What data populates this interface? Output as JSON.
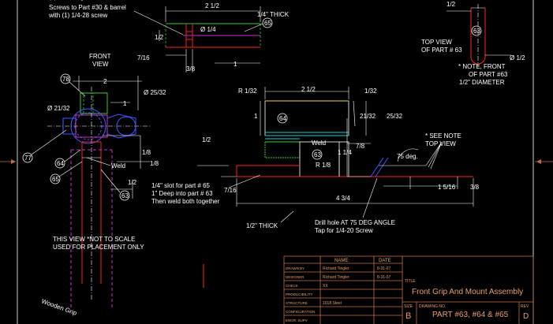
{
  "notes": {
    "screws_line1": "Screws to Part #30 & barrel",
    "screws_line2": "with (1) 1/4-28 screw",
    "quarter_thick": "1/4\" THICK",
    "front_view_l1": "FRONT",
    "front_view_l2": "VIEW",
    "top_view_l1": "TOP VIEW",
    "top_view_l2": "OF PART # 63",
    "note_l1": "*  NOTE, FRONT",
    "note_l2": "OF PART #63",
    "note_l3": "1/2\" DIAMETER",
    "see_note_l1": "* SEE NOTE",
    "see_note_l2": "TOP VIEW",
    "weld_1": "Weld",
    "weld_2": "Weld",
    "angle": "75 deg.",
    "slot_l1": "1/4\" slot for part # 65",
    "slot_l2": "1\" Deep into part # 63",
    "slot_l3": "Then weld both together",
    "half_thick": "1/2\" THICK",
    "drill_l1": "Drill hole AT 75 DEG ANGLE",
    "drill_l2": "Tap for 1/4-20 Screw",
    "not_scale_l1": "THIS VIEW *NOT TO SCALE",
    "not_scale_l2": "USED FOR PLACEMENT ONLY",
    "wooden_grip": "Wooden Grip"
  },
  "balloons": {
    "b65_top": "65",
    "b63_top": "63",
    "b78": "78",
    "b77": "77",
    "b64_left": "64",
    "b65_left": "65",
    "b63_left": "63",
    "b64_center": "64",
    "b63_center": "63"
  },
  "dimensions": {
    "top_2_1_2": "2 1/2",
    "top_1_half_a": "1/2",
    "top_1_quarter_dia": "Ø 1/4",
    "top_7_16": "7/16",
    "top_3_8": "3/8",
    "top_1": "1",
    "tv_1_2": "1/2",
    "tv_dia_1_2": "Ø 1/2",
    "fv_2": "2",
    "fv_1": "1",
    "fv_dia_21_32": "Ø 21/32",
    "fv_dia_25_32": "Ø 25/32",
    "fv_1_8_a": "1/8",
    "fv_1_8_b": "1/8",
    "fv_1_2": "1/2",
    "cv_r_1_32_a": "R 1/32",
    "cv_2_1_2": "2 1/2",
    "cv_1_32": "1/32",
    "cv_1": "1",
    "cv_21_32": "21/32",
    "cv_25_32": "25/32",
    "cv_1_2": "1/2",
    "cv_7_8": "7/8",
    "cv_1_1_4": "1 1/4",
    "cv_r_1_8": "R 1/8",
    "cv_7_16": "7/16",
    "cv_4_3_4": "4 3/4",
    "cv_1_5_16": "1 5/16",
    "cv_3_8": "3/8"
  },
  "title_block": {
    "hdr_name": "NAME",
    "hdr_date": "DATE",
    "rows": [
      {
        "label": "DRAWN BY",
        "name": "Richard Tingler",
        "date": "8-31-07"
      },
      {
        "label": "DESIGNER",
        "name": "Richard Tingler",
        "date": "8-31-07"
      },
      {
        "label": "CHECK",
        "name": "XX",
        "date": ""
      },
      {
        "label": "PRODUCIBILITY",
        "name": "",
        "date": ""
      },
      {
        "label": "STRUCTURE",
        "name": "1018 Steel",
        "date": ""
      },
      {
        "label": "CONFIGURATION",
        "name": "",
        "date": ""
      },
      {
        "label": "ENGR. SUPV",
        "name": "",
        "date": ""
      }
    ],
    "title_label": "TITLE",
    "title": "Front Grip And Mount Assembly",
    "size_label": "SIZE",
    "size": "B",
    "drawing_no_label": "DRAWING NO.",
    "drawing_no": "PART #63, #64 & #65",
    "rev_label": "REV",
    "rev": "D"
  },
  "colors": {
    "background": "#000000",
    "title_block": "#c07040",
    "part_red": "#ff2020",
    "part_magenta": "#cc33cc",
    "part_green": "#33cc33",
    "part_blue": "#4455ff",
    "part_cyan": "#22cccc"
  }
}
